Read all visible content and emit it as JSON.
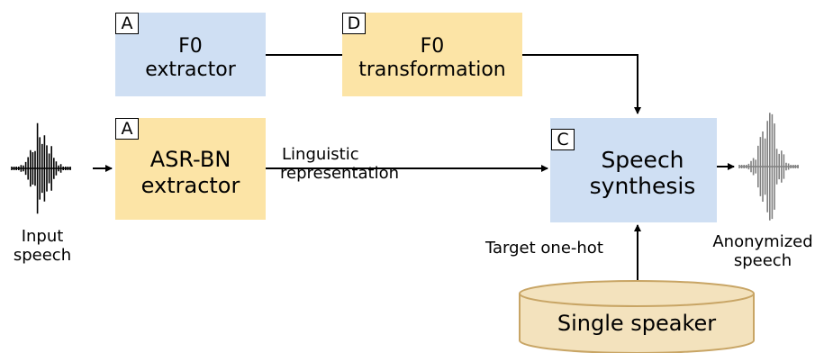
{
  "blocks": {
    "f0_extractor": {
      "tag": "A",
      "line1": "F0",
      "line2": "extractor"
    },
    "asr_bn": {
      "tag": "A",
      "line1": "ASR-BN",
      "line2": "extractor"
    },
    "f0_transform": {
      "tag": "D",
      "line1": "F0",
      "line2": "transformation"
    },
    "synthesis": {
      "tag": "C",
      "line1": "Speech",
      "line2": "synthesis"
    },
    "database": {
      "label": "Single speaker"
    }
  },
  "labels": {
    "linguistic_line1": "Linguistic",
    "linguistic_line2": "representation",
    "target": "Target one-hot",
    "input_line1": "Input",
    "input_line2": "speech",
    "output_line1": "Anonymized",
    "output_line2": "speech"
  },
  "colors": {
    "blue_block": "#cfdff3",
    "yellow_block": "#fce4a6",
    "cylinder_fill": "#f3e2bd",
    "cylinder_stroke": "#c8a565",
    "output_wave": "#808080",
    "input_wave": "#000000"
  }
}
